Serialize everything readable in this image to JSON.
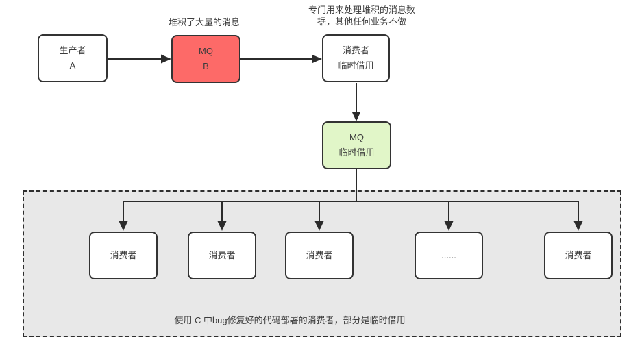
{
  "diagram": {
    "annotations": {
      "mq_b_label": "堆积了大量的消息",
      "consumer_temp_label_line1": "专门用来处理堆积的消息数",
      "consumer_temp_label_line2": "据，其他任何业务不做",
      "group_caption": "使用 C 中bug修复好的代码部署的消费者，部分是临时借用"
    },
    "nodes": {
      "producer": {
        "line1": "生产者",
        "line2": "A"
      },
      "mq_b": {
        "line1": "MQ",
        "line2": "B"
      },
      "consumer_temp": {
        "line1": "消费者",
        "line2": "临时借用"
      },
      "mq_temp": {
        "line1": "MQ",
        "line2": "临时借用"
      },
      "consumers": [
        {
          "label": "消费者"
        },
        {
          "label": "消费者"
        },
        {
          "label": "消费者"
        },
        {
          "label": "......"
        },
        {
          "label": "消费者"
        }
      ]
    },
    "colors": {
      "mq_b_fill": "#fd6a68",
      "mq_temp_fill": "#e1f6c8",
      "node_border": "#333333",
      "group_fill": "#e8e8e8",
      "group_border": "#2e2e2e",
      "arrow": "#2b2b2b",
      "text": "#3c3c3c"
    }
  }
}
